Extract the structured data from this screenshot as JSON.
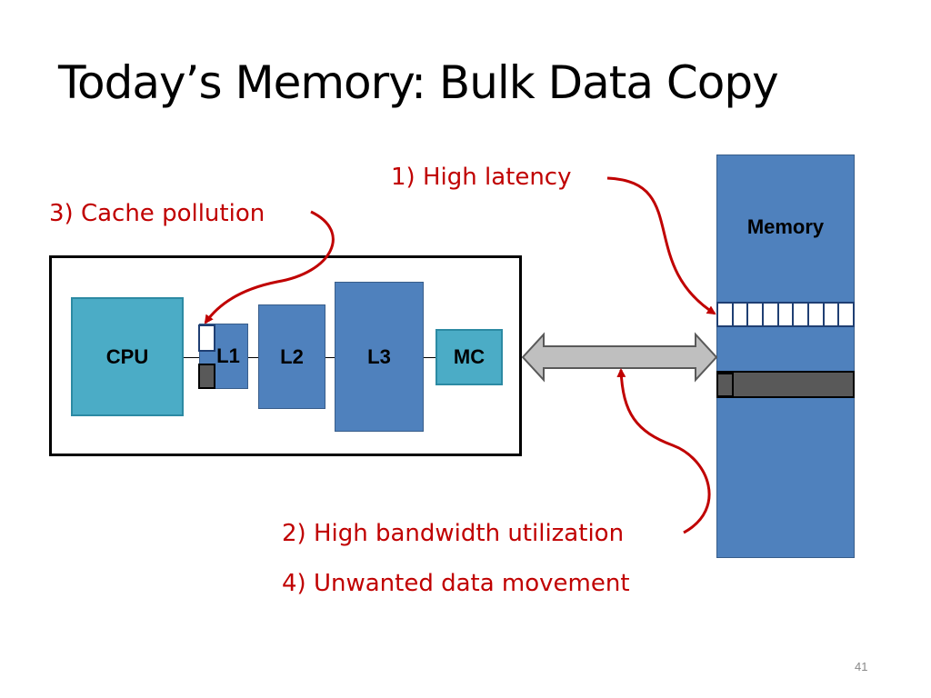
{
  "slide": {
    "title": "Today’s Memory: Bulk Data Copy",
    "page_number": "41"
  },
  "annotations": {
    "high_latency": "1) High latency",
    "cache_pollution": "3) Cache pollution",
    "high_bandwidth": "2) High bandwidth utilization",
    "unwanted_movement": "4) Unwanted data movement"
  },
  "chip": {
    "cpu": "CPU",
    "l1": "L1",
    "l2": "L2",
    "l3": "L3",
    "mc": "MC"
  },
  "memory": {
    "label": "Memory"
  },
  "colors": {
    "annotation_red": "#c00000",
    "cpu_teal": "#4bacc6",
    "cache_blue": "#4f81bd",
    "bus_gray": "#bfbfbf",
    "data_dark": "#595959"
  }
}
